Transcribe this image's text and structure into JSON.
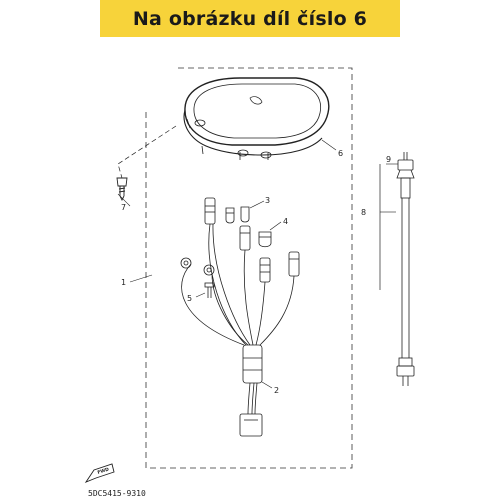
{
  "banner": {
    "text": "Na obrázku díl číslo 6",
    "color": "#f7d33a"
  },
  "callouts": {
    "c1": "1",
    "c2": "2",
    "c3": "3",
    "c4": "4",
    "c5": "5",
    "c6": "6",
    "c7": "7",
    "c8": "8",
    "c9": "9"
  },
  "fwd_label": "FWD",
  "part_code": "5DC5415-9310",
  "highlighted_part": "6"
}
